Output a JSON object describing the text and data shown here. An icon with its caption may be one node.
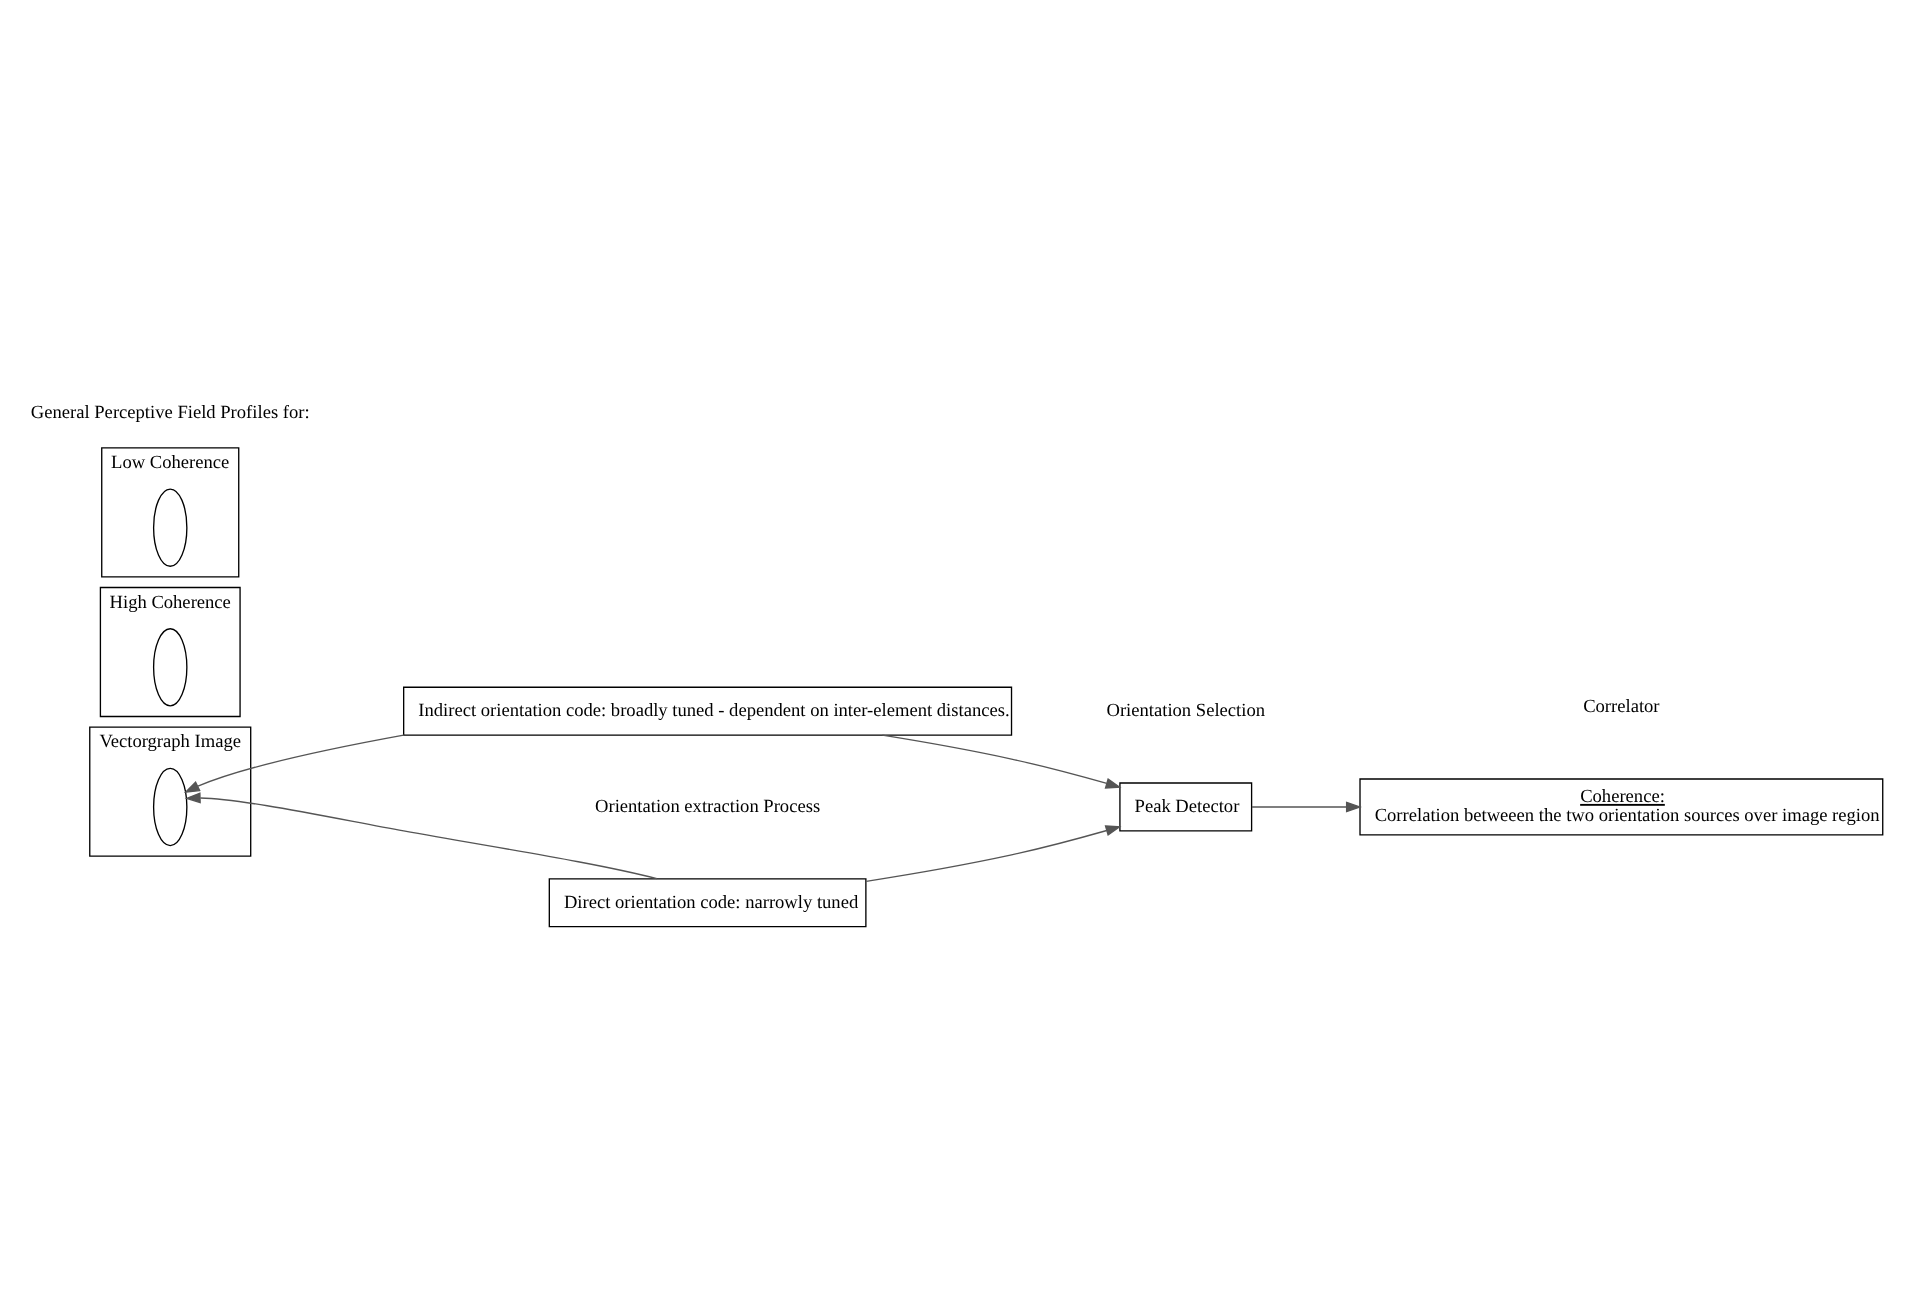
{
  "diagram": {
    "nodes": [
      {
        "text": [
          "Vectorgraph Image"
        ]
      },
      {
        "text": [],
        "shape": "circle",
        "in": 0
      },
      {
        "text": [
          "Direct orientation code: narrowly tuned"
        ]
      },
      {
        "text": [
          "Indirect orientation code: broadly tuned - dependent on inter-element distances."
        ]
      },
      {
        "text": [
          "Peak Detector"
        ]
      },
      {
        "text": [
          "Coherence:",
          "Correlation betweeen the two orientation sources over image region"
        ]
      },
      {
        "text": [
          "High Coherence"
        ]
      },
      {
        "text": [],
        "shape": "circle",
        "in": 6
      },
      {
        "text": [
          "Low Coherence"
        ]
      },
      {
        "text": [],
        "shape": "circle",
        "in": 8
      }
    ],
    "edges": [
      {
        "from": 2,
        "to": 1,
        "arrow": "to"
      },
      {
        "from": 3,
        "to": 1,
        "arrow": "to"
      },
      {
        "from": 2,
        "to": 4,
        "arrow": "to"
      },
      {
        "from": 3,
        "to": 4,
        "arrow": "to"
      },
      {
        "from": 4,
        "to": 5,
        "arrow": "to"
      }
    ],
    "labels": [
      "Orientation extraction Process",
      "Orientation Selection",
      "Correlator",
      "General Perceptive Field Profiles for:"
    ]
  }
}
